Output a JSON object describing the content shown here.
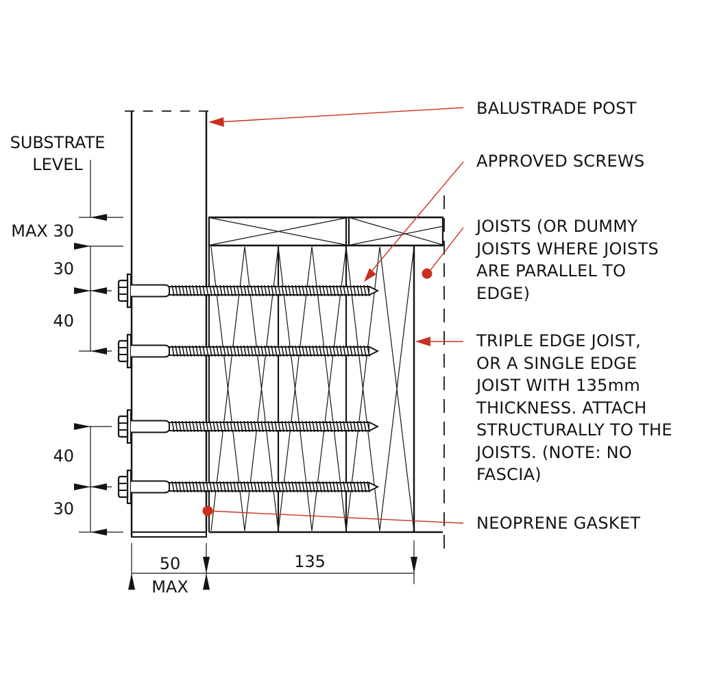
{
  "diagram": {
    "title": "Balustrade post fixing detail to edge joist",
    "colors": {
      "line": "#141414",
      "leader": "#c9301f",
      "background": "#ffffff"
    },
    "labels": {
      "substrate_level": "SUBSTRATE\nLEVEL",
      "balustrade_post": "BALUSTRADE POST",
      "approved_screws": "APPROVED SCREWS",
      "joists": "JOISTS (OR DUMMY\nJOISTS WHERE JOISTS\nARE PARALLEL TO\nEDGE)",
      "triple_edge_joist": "TRIPLE EDGE JOIST,\nOR A SINGLE EDGE\nJOIST WITH 135mm\nTHICKNESS. ATTACH\nSTRUCTURALLY TO THE\nJOISTS. (NOTE: NO\nFASCIA)",
      "neoprene_gasket": "NEOPRENE GASKET"
    },
    "dimensions": {
      "vertical": [
        {
          "id": "max30",
          "text": "MAX 30"
        },
        {
          "id": "top30",
          "text": "30"
        },
        {
          "id": "top40",
          "text": "40"
        },
        {
          "id": "bottom40",
          "text": "40"
        },
        {
          "id": "bottom30",
          "text": "30"
        }
      ],
      "horizontal": [
        {
          "id": "post_width",
          "text": "50\nMAX"
        },
        {
          "id": "joist_width",
          "text": "135"
        }
      ]
    },
    "screws": {
      "count": 4,
      "rows_y": [
        424,
        512,
        622,
        710
      ]
    }
  }
}
